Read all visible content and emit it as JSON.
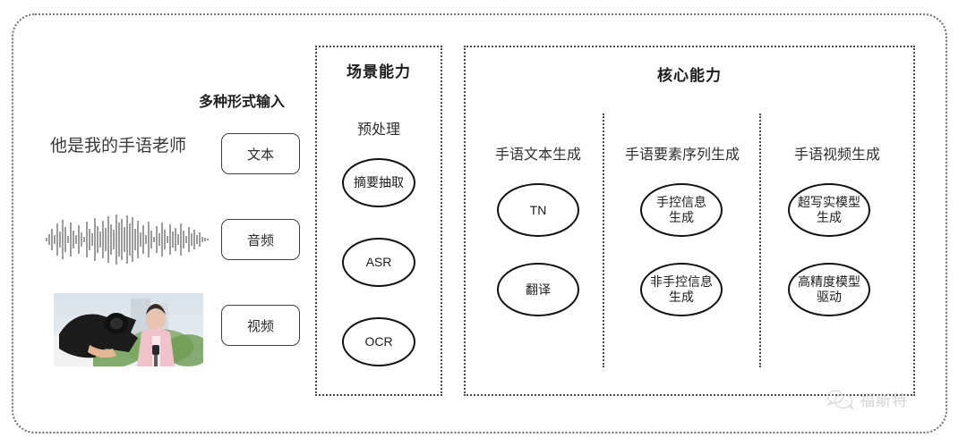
{
  "frame": {
    "border_color": "#707070"
  },
  "input_section": {
    "label": "多种形式输入",
    "sample_text": "他是我的手语老师",
    "chips": [
      {
        "label": "文本",
        "name": "chip-text"
      },
      {
        "label": "音频",
        "name": "chip-audio"
      },
      {
        "label": "视频",
        "name": "chip-video"
      }
    ],
    "waveform_name": "audio-waveform",
    "video_thumb_name": "video-thumbnail"
  },
  "scene_panel": {
    "title": "场景能力",
    "subtitle": "预处理",
    "nodes": [
      {
        "label": "摘要抽取"
      },
      {
        "label": "ASR"
      },
      {
        "label": "OCR"
      }
    ]
  },
  "core_panel": {
    "title": "核心能力",
    "columns": [
      {
        "header": "手语文本生成",
        "nodes": [
          {
            "label": "TN"
          },
          {
            "label": "翻译"
          }
        ]
      },
      {
        "header": "手语要素序列生成",
        "nodes": [
          {
            "label": "手控信息\n生成"
          },
          {
            "label": "非手控信息\n生成"
          }
        ]
      },
      {
        "header": "手语视频生成",
        "nodes": [
          {
            "label": "超写实模型\n生成"
          },
          {
            "label": "高精度模型\n驱动"
          }
        ]
      }
    ]
  },
  "watermark": {
    "icon": "wechat-bubbles-icon",
    "text": "福斯特",
    "color": "#b4b4b4"
  }
}
